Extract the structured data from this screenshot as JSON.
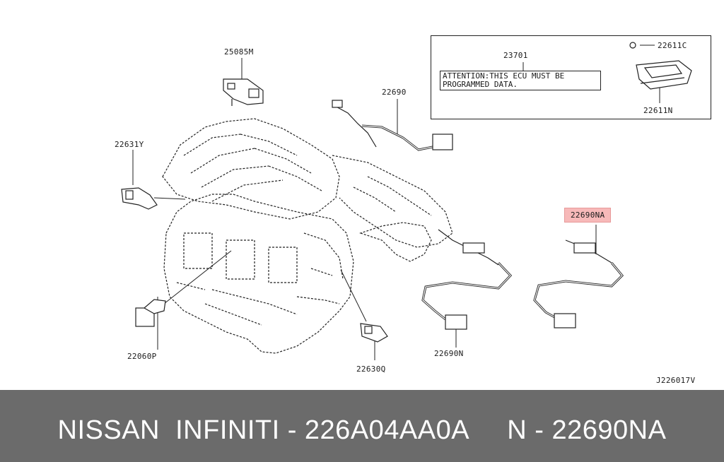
{
  "labels": {
    "map_sensor": "25085M",
    "knock_sensor_top": "22631Y",
    "o2_sensor_upper": "22690",
    "crank_sensor": "22060P",
    "cam_sensor": "22630Q",
    "o2_sensor_lower": "22690N",
    "o2_sensor_highlight": "22690NA",
    "ecu": "23701",
    "ecu_bolt": "22611C",
    "ecu_unit": "22611N",
    "drawing_code": "J226017V"
  },
  "ecu_notice": {
    "line1": "ATTENTION:THIS ECU MUST BE",
    "line2": "PROGRAMMED DATA."
  },
  "footer": {
    "text": "NISSAN  INFINITI - 226A04AA0A     N - 22690NA"
  },
  "colors": {
    "highlight": "#f7b9b9",
    "footer_bg": "#6b6b6b",
    "footer_text": "#ffffff",
    "line": "#222222"
  }
}
